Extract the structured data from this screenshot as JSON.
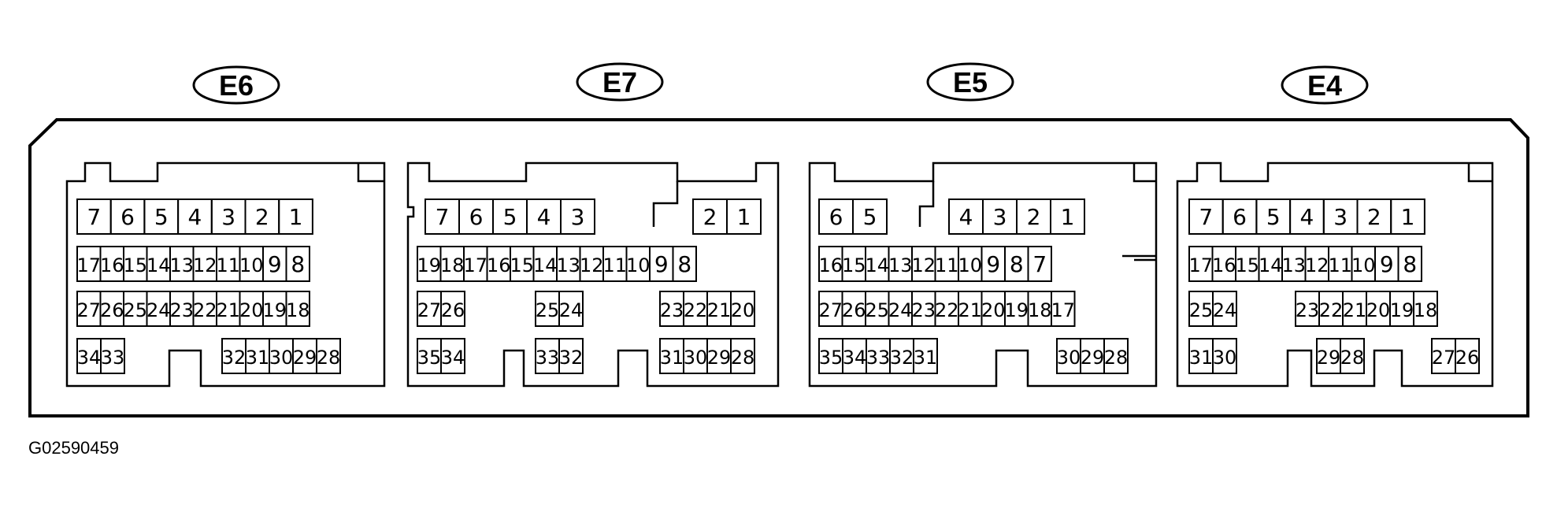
{
  "figure_id": "G02590459",
  "colors": {
    "ink": "#000000",
    "paper": "#ffffff"
  },
  "connectors": [
    {
      "id": "E6",
      "rows": [
        [
          "7",
          "6",
          "5",
          "4",
          "3",
          "2",
          "1"
        ],
        [
          "17",
          "16",
          "15",
          "14",
          "13",
          "12",
          "11",
          "10",
          "9",
          "8"
        ],
        [
          "27",
          "26",
          "25",
          "24",
          "23",
          "22",
          "21",
          "20",
          "19",
          "18"
        ],
        [
          "34",
          "33",
          "32",
          "31",
          "30",
          "29",
          "28"
        ]
      ]
    },
    {
      "id": "E7",
      "rows": [
        [
          "7",
          "6",
          "5",
          "4",
          "3",
          "2",
          "1"
        ],
        [
          "19",
          "18",
          "17",
          "16",
          "15",
          "14",
          "13",
          "12",
          "11",
          "10",
          "9",
          "8"
        ],
        [
          "27",
          "26",
          "25",
          "24",
          "23",
          "22",
          "21",
          "20"
        ],
        [
          "35",
          "34",
          "33",
          "32",
          "31",
          "30",
          "29",
          "28"
        ]
      ]
    },
    {
      "id": "E5",
      "rows": [
        [
          "6",
          "5",
          "4",
          "3",
          "2",
          "1"
        ],
        [
          "16",
          "15",
          "14",
          "13",
          "12",
          "11",
          "10",
          "9",
          "8",
          "7"
        ],
        [
          "27",
          "26",
          "25",
          "24",
          "23",
          "22",
          "21",
          "20",
          "19",
          "18",
          "17"
        ],
        [
          "35",
          "34",
          "33",
          "32",
          "31",
          "30",
          "29",
          "28"
        ]
      ]
    },
    {
      "id": "E4",
      "rows": [
        [
          "7",
          "6",
          "5",
          "4",
          "3",
          "2",
          "1"
        ],
        [
          "17",
          "16",
          "15",
          "14",
          "13",
          "12",
          "11",
          "10",
          "9",
          "8"
        ],
        [
          "25",
          "24",
          "23",
          "22",
          "21",
          "20",
          "19",
          "18"
        ],
        [
          "31",
          "30",
          "29",
          "28",
          "27",
          "26"
        ]
      ]
    }
  ]
}
